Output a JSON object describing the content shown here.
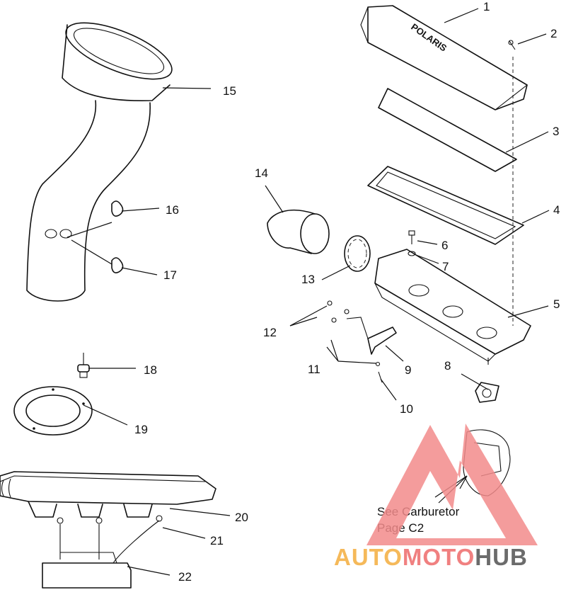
{
  "callouts": [
    "1",
    "2",
    "3",
    "4",
    "5",
    "6",
    "7",
    "8",
    "9",
    "10",
    "11",
    "12",
    "13",
    "14",
    "15",
    "16",
    "17",
    "18",
    "19",
    "20",
    "21",
    "22"
  ],
  "note": {
    "line1": "See Carburetor",
    "line2": "Page C2"
  },
  "cover_logo_text": "POLARIS",
  "watermark": {
    "part1": "AUTO",
    "part2": "MOTO",
    "part3": "HUB",
    "colors": {
      "auto": "#f5b95a",
      "moto": "#f08080",
      "hub": "#6b6b6b",
      "triangle": "#f28b8b"
    }
  }
}
